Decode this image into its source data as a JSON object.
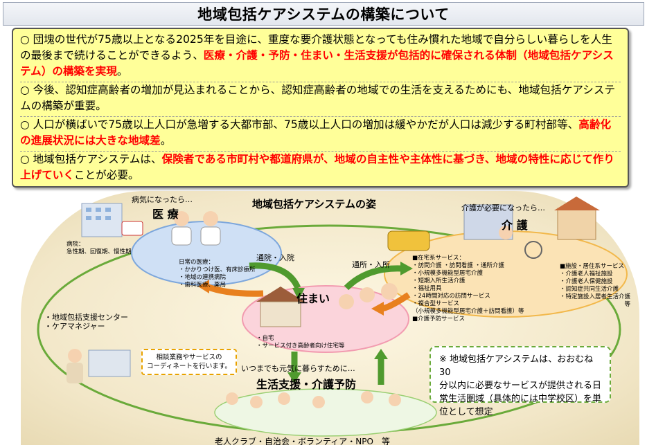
{
  "title": "地域包括ケアシステムの構築について",
  "summary": [
    {
      "pre": "○ 団塊の世代が75歳以上となる2025年を目途に、重度な要介護状態となっても住み慣れた地域で自分らしい暮らしを人生の最後まで続けることができるよう、",
      "red": "医療・介護・予防・住まい・生活支援が包括的に確保される体制（地域包括ケアシステム）の構築を実現",
      "post": "。"
    },
    {
      "pre": "○ 今後、認知症高齢者の増加が見込まれることから、認知症高齢者の地域での生活を支えるためにも、地域包括ケアシステムの構築が重要。",
      "red": "",
      "post": ""
    },
    {
      "pre": "○ 人口が横ばいで75歳以上人口が急増する大都市部、75歳以上人口の増加は緩やかだが人口は減少する町村部等、",
      "red": "高齢化の進展状況には大きな地域差",
      "post": "。"
    },
    {
      "pre": "○ 地域包括ケアシステムは、",
      "red": "保険者である市町村や都道府県が、地域の自主性や主体性に基づき、地域の特性に応じて作り上げていく",
      "post": "ことが必要。"
    }
  ],
  "diagram": {
    "title": "地域包括ケアシステムの姿",
    "medical": {
      "when": "病気になったら…",
      "label": "医 療",
      "hospital": [
        "病院：",
        "急性期、回復期、慢性期"
      ],
      "daily": [
        "日常の医療：",
        "・かかりつけ医、有床診療所",
        "・地域の連携病院",
        "・歯科医療、薬局"
      ]
    },
    "care": {
      "when": "介護が必要になったら…",
      "label": "介 護",
      "home_services": [
        "■在宅系サービス：",
        "・訪問介護 ・訪問看護 ・通所介護",
        "・小規模多機能型居宅介護",
        "・短期入所生活介護",
        "・福祉用具",
        "・24時間対応の訪問サービス",
        "・複合型サービス",
        "（小規模多機能型居宅介護＋訪問看護）等"
      ],
      "prevention": "■介護予防サービス",
      "facility": [
        "■施設・居住系サービス",
        "・介護老人福祉施設",
        "・介護老人保健施設",
        "・認知症共同生活介護",
        "・特定施設入居者生活介護",
        "等"
      ]
    },
    "housing": {
      "label": "住まい",
      "items": [
        "・自宅",
        "・サービス付き高齢者向け住宅等"
      ]
    },
    "arrows": {
      "hospital_visit": "通院・入院",
      "care_visit": "通所・入所"
    },
    "support_center": [
      "・地域包括支援センター",
      "・ケアマネジャー"
    ],
    "coordinate": [
      "相談業務やサービスの",
      "コーディネートを行います。"
    ],
    "living": {
      "tagline": "いつまでも元気に暮らすために…",
      "label": "生活支援・介護予防",
      "groups": "老人クラブ・自治会・ボランティア・NPO　等"
    },
    "note": [
      "※ 地域包括ケアシステムは、おおむね30",
      "分以内に必要なサービスが提供される日",
      "常生活圏域（具体的には中学校区）を単",
      "位として想定"
    ]
  },
  "colors": {
    "title_bg": "#e8ebf0",
    "summary_bg": "#ffff99",
    "highlight": "#ff0000",
    "medical_blue": "#7da7dc",
    "care_orange": "#f2b84b",
    "housing_pink": "#f7b6c2",
    "arrow_green": "#4f9a2e",
    "arrow_orange": "#e8801e"
  }
}
